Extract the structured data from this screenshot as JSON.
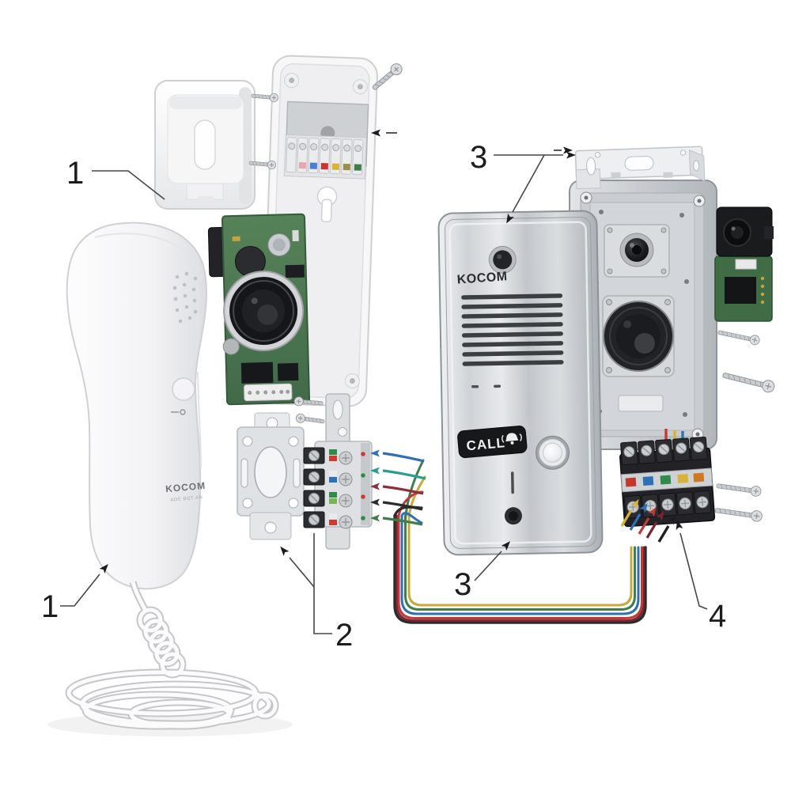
{
  "diagram_type": "exploded-view-intercom-kit",
  "callouts": {
    "handset_top": "1",
    "handset_bottom": "1",
    "bracket": "2",
    "door_station_top": "3",
    "door_station_bottom": "3",
    "terminal_block": "4"
  },
  "indoor_unit": {
    "brand": "KOCOM",
    "model_text": "ADE BGT AN"
  },
  "outdoor_unit": {
    "brand": "KOCOM",
    "call_button_label": "CALL"
  },
  "icons": {
    "call_bell": "bell-icon"
  },
  "colors": {
    "background": "#ffffff",
    "pcb_green": "#4d7d53",
    "metal_silver": "#c9cdd1",
    "plastic_white": "#f7f7f8",
    "terminal_block_black": "#1f1f22",
    "wire_yellow": "#caa83a",
    "wire_green": "#3f7d4a",
    "wire_blue": "#2f6fb5",
    "wire_red": "#c03a3a",
    "wire_maroon": "#7a2430",
    "wire_black": "#2b2b2b",
    "arrow_teal": "#2a9d8f",
    "callout_ink": "#1c1c1e"
  }
}
